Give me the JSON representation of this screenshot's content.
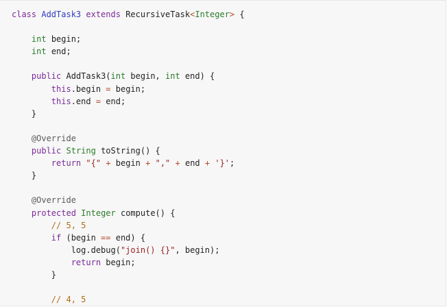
{
  "code": {
    "lines": [
      [
        {
          "t": "class ",
          "c": "keyword"
        },
        {
          "t": "AddTask3",
          "c": "class"
        },
        {
          "t": " extends ",
          "c": "keyword"
        },
        {
          "t": "RecursiveTask",
          "c": "plain"
        },
        {
          "t": "<",
          "c": "operator"
        },
        {
          "t": "Integer",
          "c": "generic"
        },
        {
          "t": ">",
          "c": "operator"
        },
        {
          "t": " {",
          "c": "plain"
        }
      ],
      [],
      [
        {
          "t": "    ",
          "c": "plain"
        },
        {
          "t": "int",
          "c": "type"
        },
        {
          "t": " begin;",
          "c": "plain"
        }
      ],
      [
        {
          "t": "    ",
          "c": "plain"
        },
        {
          "t": "int",
          "c": "type"
        },
        {
          "t": " end;",
          "c": "plain"
        }
      ],
      [],
      [
        {
          "t": "    ",
          "c": "plain"
        },
        {
          "t": "public",
          "c": "keyword"
        },
        {
          "t": " AddTask3(",
          "c": "plain"
        },
        {
          "t": "int",
          "c": "type"
        },
        {
          "t": " begin, ",
          "c": "plain"
        },
        {
          "t": "int",
          "c": "type"
        },
        {
          "t": " end) {",
          "c": "plain"
        }
      ],
      [
        {
          "t": "        ",
          "c": "plain"
        },
        {
          "t": "this",
          "c": "keyword"
        },
        {
          "t": ".begin ",
          "c": "plain"
        },
        {
          "t": "=",
          "c": "operator"
        },
        {
          "t": " begin;",
          "c": "plain"
        }
      ],
      [
        {
          "t": "        ",
          "c": "plain"
        },
        {
          "t": "this",
          "c": "keyword"
        },
        {
          "t": ".end ",
          "c": "plain"
        },
        {
          "t": "=",
          "c": "operator"
        },
        {
          "t": " end;",
          "c": "plain"
        }
      ],
      [
        {
          "t": "    }",
          "c": "plain"
        }
      ],
      [],
      [
        {
          "t": "    ",
          "c": "plain"
        },
        {
          "t": "@Override",
          "c": "annotation"
        }
      ],
      [
        {
          "t": "    ",
          "c": "plain"
        },
        {
          "t": "public",
          "c": "keyword"
        },
        {
          "t": " ",
          "c": "plain"
        },
        {
          "t": "String",
          "c": "type"
        },
        {
          "t": " toString() {",
          "c": "plain"
        }
      ],
      [
        {
          "t": "        ",
          "c": "plain"
        },
        {
          "t": "return",
          "c": "keyword"
        },
        {
          "t": " ",
          "c": "plain"
        },
        {
          "t": "\"{\"",
          "c": "string"
        },
        {
          "t": " ",
          "c": "plain"
        },
        {
          "t": "+",
          "c": "operator"
        },
        {
          "t": " begin ",
          "c": "plain"
        },
        {
          "t": "+",
          "c": "operator"
        },
        {
          "t": " ",
          "c": "plain"
        },
        {
          "t": "\",\"",
          "c": "string"
        },
        {
          "t": " ",
          "c": "plain"
        },
        {
          "t": "+",
          "c": "operator"
        },
        {
          "t": " end ",
          "c": "plain"
        },
        {
          "t": "+",
          "c": "operator"
        },
        {
          "t": " ",
          "c": "plain"
        },
        {
          "t": "'}'",
          "c": "string"
        },
        {
          "t": ";",
          "c": "plain"
        }
      ],
      [
        {
          "t": "    }",
          "c": "plain"
        }
      ],
      [],
      [
        {
          "t": "    ",
          "c": "plain"
        },
        {
          "t": "@Override",
          "c": "annotation"
        }
      ],
      [
        {
          "t": "    ",
          "c": "plain"
        },
        {
          "t": "protected",
          "c": "keyword"
        },
        {
          "t": " ",
          "c": "plain"
        },
        {
          "t": "Integer",
          "c": "type"
        },
        {
          "t": " compute() {",
          "c": "plain"
        }
      ],
      [
        {
          "t": "        ",
          "c": "plain"
        },
        {
          "t": "// 5, 5",
          "c": "comment"
        }
      ],
      [
        {
          "t": "        ",
          "c": "plain"
        },
        {
          "t": "if",
          "c": "keyword"
        },
        {
          "t": " (begin ",
          "c": "plain"
        },
        {
          "t": "==",
          "c": "operator"
        },
        {
          "t": " end) {",
          "c": "plain"
        }
      ],
      [
        {
          "t": "            log.debug(",
          "c": "plain"
        },
        {
          "t": "\"join() {}\"",
          "c": "string"
        },
        {
          "t": ", begin);",
          "c": "plain"
        }
      ],
      [
        {
          "t": "            ",
          "c": "plain"
        },
        {
          "t": "return",
          "c": "keyword"
        },
        {
          "t": " begin;",
          "c": "plain"
        }
      ],
      [
        {
          "t": "        }",
          "c": "plain"
        }
      ],
      [],
      [
        {
          "t": "        ",
          "c": "plain"
        },
        {
          "t": "// 4, 5",
          "c": "comment"
        }
      ]
    ]
  },
  "colors": {
    "background": "#f7f7f7",
    "keyword": "#7a2a99",
    "type": "#2a7a2a",
    "class": "#2f3bbf",
    "string": "#9a1f1f",
    "comment": "#b06a18",
    "operator": "#b54a2a"
  }
}
